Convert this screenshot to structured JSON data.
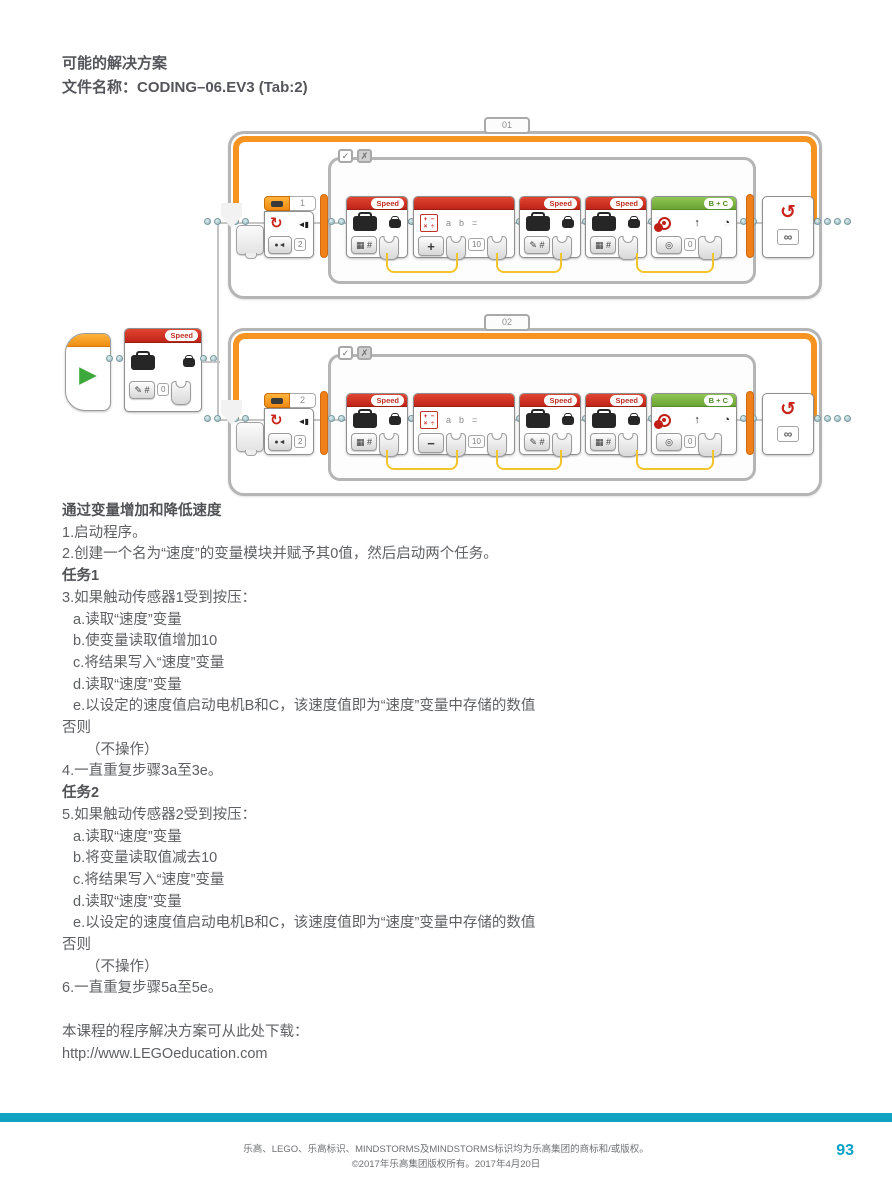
{
  "header": {
    "title": "可能的解决方案",
    "file_line": "文件名称：CODING–06.EV3 (Tab:2)"
  },
  "diagram": {
    "labels": {
      "a": "a",
      "b": "b",
      "eq": "="
    },
    "icons": {
      "play": "▶",
      "switch_loop": "↻",
      "touch": "◄▮",
      "switch_mode": "●◄",
      "read": "▦ #",
      "write": "✎ #",
      "math_grid": [
        "+",
        "−",
        "×",
        "÷"
      ],
      "up_arrow": "↑",
      "gauge": "◔",
      "dial": "◎",
      "loop_restart": "↺",
      "infinity": "∞"
    },
    "start_variable": {
      "label": "Speed",
      "value": "0"
    },
    "loops": [
      {
        "tab_label": "01",
        "check_tab": "✓",
        "cross_tab": "✗",
        "switch_port": "1",
        "switch_state": "2",
        "var_read_1": "Speed",
        "math_op": "+",
        "math_value": "10",
        "var_write": "Speed",
        "var_read_2": "Speed",
        "motor_ports": "B + C",
        "power_value": "0"
      },
      {
        "tab_label": "02",
        "check_tab": "✓",
        "cross_tab": "✗",
        "switch_port": "2",
        "switch_state": "2",
        "var_read_1": "Speed",
        "math_op": "−",
        "math_value": "10",
        "var_write": "Speed",
        "var_read_2": "Speed",
        "motor_ports": "B + C",
        "power_value": "0"
      }
    ]
  },
  "instructions": {
    "lines": [
      "通过变量增加和降低速度",
      "1.启动程序。",
      "2.创建一个名为“速度”的变量模块并赋予其0值，然后启动两个任务。",
      "任务1",
      "3.如果触动传感器1受到按压：",
      "a.读取“速度”变量",
      "b.使变量读取值增加10",
      "c.将结果写入“速度”变量",
      "d.读取“速度”变量",
      "e.以设定的速度值启动电机B和C，该速度值即为“速度”变量中存储的数值",
      "否则",
      "（不操作）",
      "4.一直重复步骤3a至3e。",
      "任务2",
      "5.如果触动传感器2受到按压：",
      "a.读取“速度”变量",
      "b.将变量读取值减去10",
      "c.将结果写入“速度”变量",
      "d.读取“速度”变量",
      "e.以设定的速度值启动电机B和C，该速度值即为“速度”变量中存储的数值",
      "否则",
      "（不操作）",
      "6.一直重复步骤5a至5e。",
      "本课程的程序解决方案可从此处下载：",
      "http://www.LEGOeducation.com"
    ]
  },
  "footer": {
    "line1": "乐高、LEGO、乐高标识、MINDSTORMS及MINDSTORMS标识均为乐高集团的商标和/或版权。",
    "line2": "©2017年乐高集团版权所有。2017年4月20日",
    "page_number": "93"
  }
}
